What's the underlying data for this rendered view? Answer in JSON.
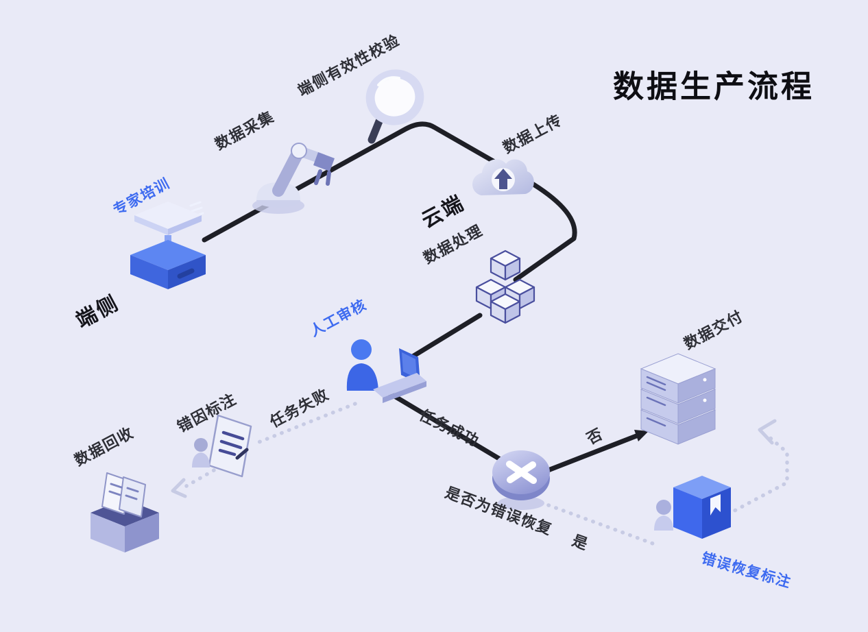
{
  "title": "数据生产流程",
  "colors": {
    "background": "#E9EAF7",
    "accent_blue": "#3E6BF0",
    "solid_line": "#1E1F26",
    "dotted_line": "#C7CBE4",
    "text_dark": "#2E2F36",
    "zone_text": "#15151B"
  },
  "zones": {
    "device": "端侧",
    "cloud": "云端"
  },
  "nodes": {
    "training": "专家培训",
    "collection": "数据采集",
    "validation": "端侧有效性校验",
    "upload": "数据上传",
    "processing": "数据处理",
    "review": "人工审核",
    "error_cause_annotation": "错因标注",
    "recycle": "数据回收",
    "delivery": "数据交付",
    "decision": "是否为错误恢复",
    "recovery_annotation": "错误恢复标注"
  },
  "edge_labels": {
    "task_failed": "任务失败",
    "task_success": "任务成功",
    "no": "否",
    "yes": "是"
  },
  "flow": [
    "专家培训 → 数据采集 → 端侧有效性校验 → 数据上传 → 数据处理 → 人工审核",
    "人工审核 —任务失败(虚线)→ 错因标注 → 数据回收",
    "人工审核 —任务成功→ 是否为错误恢复",
    "是否为错误恢复 —否→ 数据交付",
    "是否为错误恢复 —是(虚线)→ 错误恢复标注 → 数据交付"
  ]
}
